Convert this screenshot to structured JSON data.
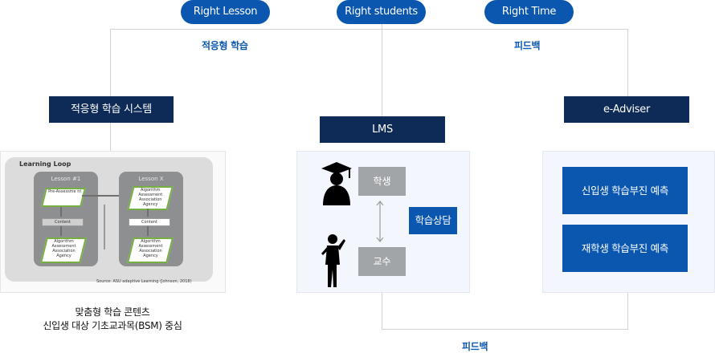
{
  "top_pills": [
    "Right Lesson",
    "Right students",
    "Right Time"
  ],
  "top_labels": {
    "left": "적응형 학습",
    "right": "피드백"
  },
  "nodes": {
    "adaptive_system": "적응형 학습 시스템",
    "lms": "LMS",
    "e_adviser": "e-Adviser"
  },
  "lms_panel": {
    "student": "학생",
    "professor": "교수",
    "counseling": "학습상담"
  },
  "adviser_panel": {
    "freshman": "신입생 학습부진 예측",
    "enrolled": "재학생 학습부진 예측"
  },
  "learning_loop": {
    "title": "Learning Loop",
    "lesson1": "Lesson #1",
    "lessonx": "Lesson X",
    "pre_assessment": "Pre-Assessme nt",
    "content": "Content",
    "algorithm": "Algorithm Assessment Association Agency",
    "source": "Source: ASU adaptive Learning (Johnson, 2018)"
  },
  "caption": {
    "line1": "맞춤형 학습 콘텐츠",
    "line2": "신입생 대상 기초교과목(BSM) 중심"
  },
  "bottom_label": "피드백",
  "colors": {
    "blue": "#0b57b0",
    "navy": "#0e2a56",
    "line": "#cfd4da",
    "panel": "#f3f6fc"
  }
}
